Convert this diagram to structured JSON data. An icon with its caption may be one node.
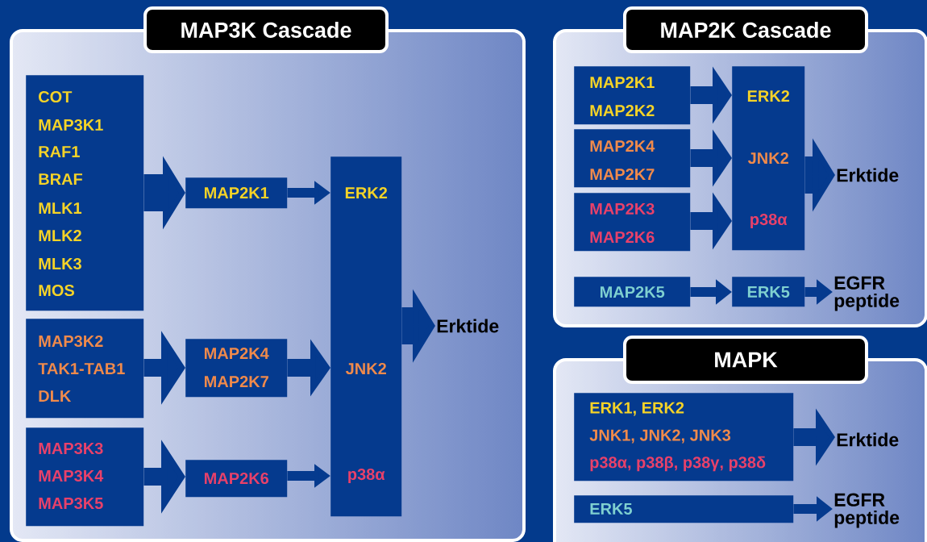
{
  "diagram": {
    "nodes": [
      {
        "text": [
          "MAP3K Cascade"
        ]
      },
      {
        "text": [
          "COT",
          "MAP3K1",
          "RAF1",
          "BRAF",
          "MLK1",
          "MLK2",
          "MLK3",
          "MOS"
        ],
        "in": 0
      },
      {
        "text": [
          "MAP3K2",
          "TAK1-TAB1",
          "DLK"
        ],
        "in": 0
      },
      {
        "text": [
          "MAP3K3",
          "MAP3K4",
          "MAP3K5"
        ],
        "in": 0
      },
      {
        "text": [
          "MAP2K1"
        ],
        "in": 0
      },
      {
        "text": [
          "MAP2K4",
          "MAP2K7"
        ],
        "in": 0
      },
      {
        "text": [
          "MAP2K6"
        ],
        "in": 0
      },
      {
        "text": [
          "ERK2",
          "JNK2",
          "p38α"
        ],
        "in": 0
      },
      {
        "text": [
          "Erktide"
        ],
        "in": 0
      },
      {
        "text": [
          "MAP2K Cascade"
        ]
      },
      {
        "text": [
          "MAP2K1",
          "MAP2K2"
        ],
        "in": 9
      },
      {
        "text": [
          "MAP2K4",
          "MAP2K7"
        ],
        "in": 9
      },
      {
        "text": [
          "MAP2K3",
          "MAP2K6"
        ],
        "in": 9
      },
      {
        "text": [
          "ERK2",
          "JNK2",
          "p38α"
        ],
        "in": 9
      },
      {
        "text": [
          "Erktide"
        ],
        "in": 9
      },
      {
        "text": [
          "MAP2K5"
        ],
        "in": 9
      },
      {
        "text": [
          "ERK5"
        ],
        "in": 9
      },
      {
        "text": [
          "EGFR peptide"
        ],
        "in": 9
      },
      {
        "text": [
          "MAPK"
        ]
      },
      {
        "text": [
          "ERK1, ERK2",
          "JNK1, JNK2, JNK3",
          "p38α, p38β, p38γ, p38δ"
        ],
        "in": 18
      },
      {
        "text": [
          "ERK5"
        ],
        "in": 18
      },
      {
        "text": [
          "Erktide"
        ],
        "in": 18
      },
      {
        "text": [
          "EGFR peptide"
        ],
        "in": 18
      }
    ],
    "edges": [
      {
        "from": 1,
        "to": 4,
        "arrow": "to",
        "style": "thick"
      },
      {
        "from": 2,
        "to": 5,
        "arrow": "to"
      },
      {
        "from": 3,
        "to": 6,
        "arrow": "to"
      },
      {
        "from": 4,
        "to": 7,
        "arrow": "to"
      },
      {
        "from": 5,
        "to": 7,
        "arrow": "to"
      },
      {
        "from": 6,
        "to": 7,
        "arrow": "to"
      },
      {
        "from": 7,
        "to": 8,
        "arrow": "to",
        "style": "thick"
      },
      {
        "from": 10,
        "to": 13,
        "arrow": "to"
      },
      {
        "from": 11,
        "to": 13,
        "arrow": "to"
      },
      {
        "from": 12,
        "to": 13,
        "arrow": "to"
      },
      {
        "from": 13,
        "to": 14,
        "arrow": "to",
        "style": "thick"
      },
      {
        "from": 15,
        "to": 16,
        "arrow": "to"
      },
      {
        "from": 16,
        "to": 17,
        "arrow": "to"
      },
      {
        "from": 19,
        "to": 21,
        "arrow": "to"
      },
      {
        "from": 20,
        "to": 22,
        "arrow": "to"
      }
    ]
  }
}
